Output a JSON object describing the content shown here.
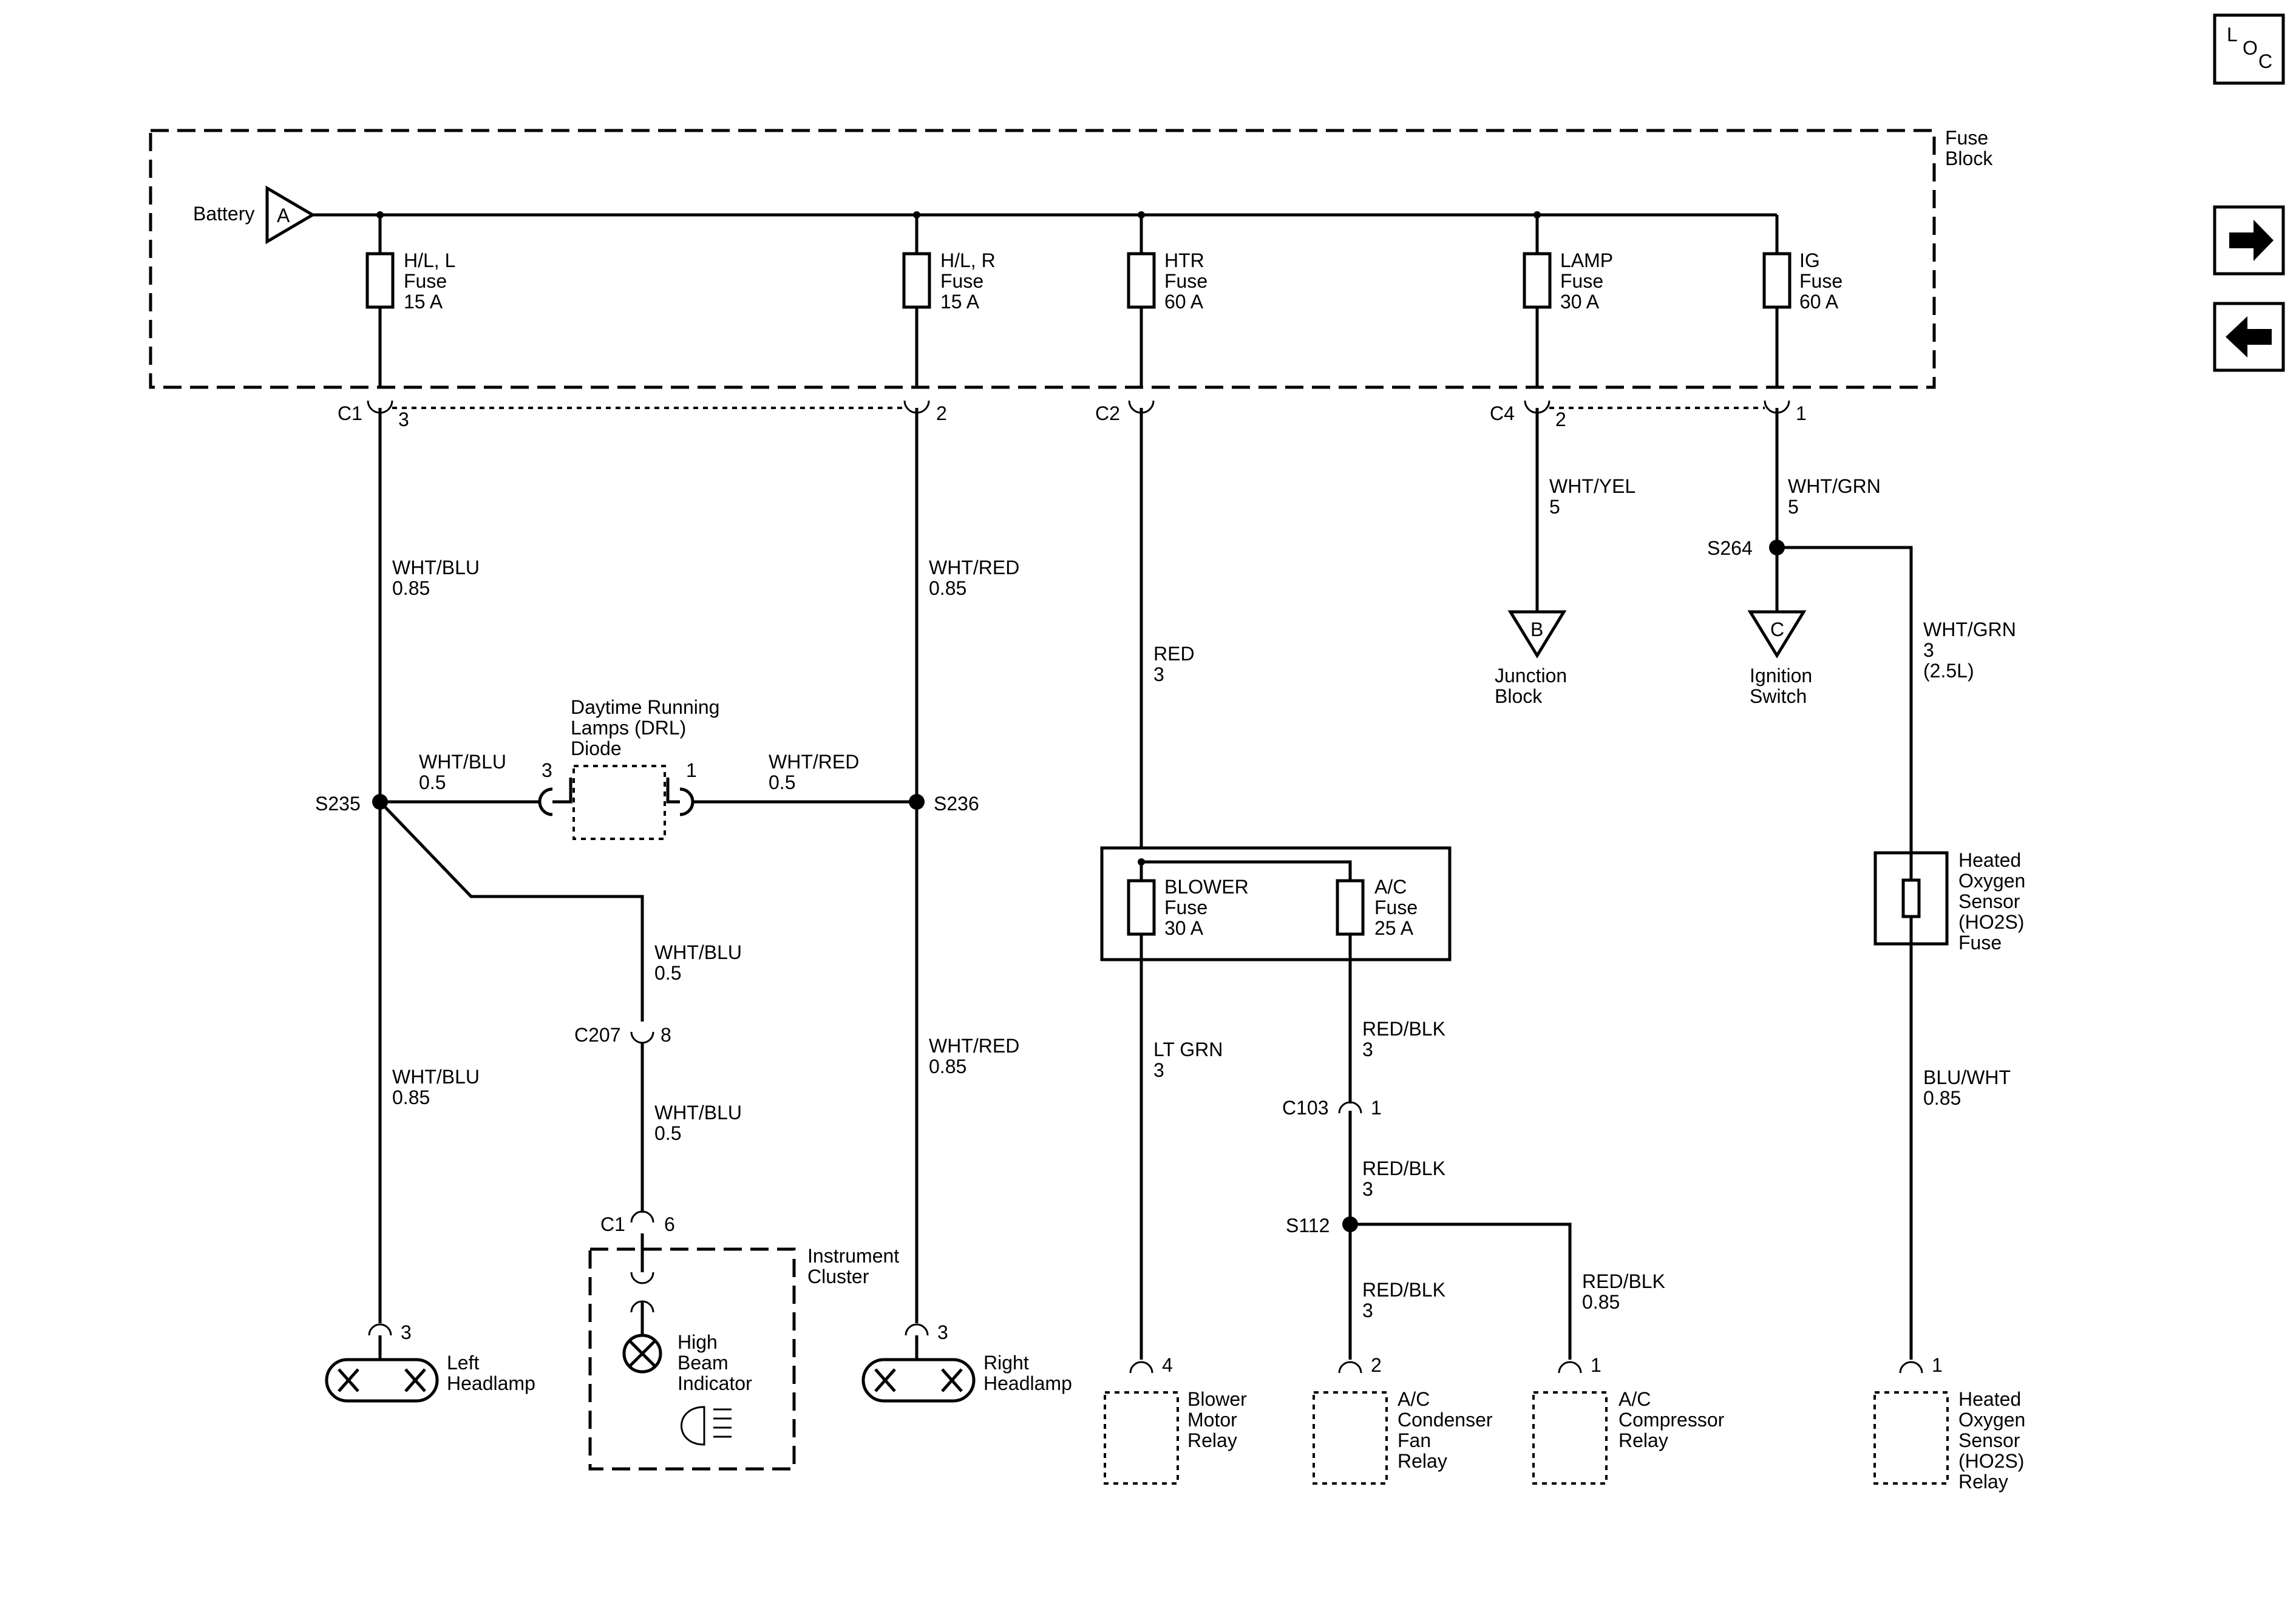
{
  "nav": {
    "loc_l": "L",
    "loc_o": "O",
    "loc_c": "C"
  },
  "fuse_block": {
    "label_line1": "Fuse",
    "label_line2": "Block"
  },
  "battery": {
    "label": "Battery",
    "connector": "A"
  },
  "fuses": {
    "hl_l": [
      "H/L, L",
      "Fuse",
      "15 A"
    ],
    "hl_r": [
      "H/L, R",
      "Fuse",
      "15 A"
    ],
    "htr": [
      "HTR",
      "Fuse",
      "60 A"
    ],
    "lamp": [
      "LAMP",
      "Fuse",
      "30 A"
    ],
    "ig": [
      "IG",
      "Fuse",
      "60 A"
    ],
    "blower": [
      "BLOWER",
      "Fuse",
      "30 A"
    ],
    "ac": [
      "A/C",
      "Fuse",
      "25 A"
    ]
  },
  "connectors": {
    "c1_3": {
      "name": "C1",
      "pin": "3"
    },
    "c1_2": {
      "pin": "2"
    },
    "c2": {
      "name": "C2"
    },
    "c4_2": {
      "name": "C4",
      "pin": "2"
    },
    "ig_1": {
      "pin": "1"
    },
    "c207": {
      "name": "C207",
      "pin": "8"
    },
    "c1_6": {
      "name": "C1",
      "pin": "6"
    },
    "c103": {
      "name": "C103",
      "pin": "1"
    },
    "drl_3": {
      "pin": "3"
    },
    "drl_1": {
      "pin": "1"
    }
  },
  "splices": {
    "s235": "S235",
    "s236": "S236",
    "s264": "S264",
    "s112": "S112"
  },
  "wires": {
    "wht_blu_085_a": [
      "WHT/BLU",
      "0.85"
    ],
    "wht_red_085_a": [
      "WHT/RED",
      "0.85"
    ],
    "red_3": [
      "RED",
      "3"
    ],
    "wht_yel_5": [
      "WHT/YEL",
      "5"
    ],
    "wht_grn_5": [
      "WHT/GRN",
      "5"
    ],
    "wht_grn_3": [
      "WHT/GRN",
      "3",
      "(2.5L)"
    ],
    "wht_blu_05_drl": [
      "WHT/BLU",
      "0.5"
    ],
    "wht_red_05_drl": [
      "WHT/RED",
      "0.5"
    ],
    "wht_blu_05_a": [
      "WHT/BLU",
      "0.5"
    ],
    "wht_blu_05_b": [
      "WHT/BLU",
      "0.5"
    ],
    "wht_blu_085_b": [
      "WHT/BLU",
      "0.85"
    ],
    "wht_red_085_b": [
      "WHT/RED",
      "0.85"
    ],
    "lt_grn_3": [
      "LT GRN",
      "3"
    ],
    "red_blk_3_a": [
      "RED/BLK",
      "3"
    ],
    "red_blk_3_b": [
      "RED/BLK",
      "3"
    ],
    "red_blk_3_c": [
      "RED/BLK",
      "3"
    ],
    "red_blk_085": [
      "RED/BLK",
      "0.85"
    ],
    "blu_wht_085": [
      "BLU/WHT",
      "0.85"
    ]
  },
  "drl_diode": [
    "Daytime Running",
    "Lamps (DRL)",
    "Diode"
  ],
  "junction_block": {
    "connector": "B",
    "label": [
      "Junction",
      "Block"
    ]
  },
  "ignition_switch": {
    "connector": "C",
    "label": [
      "Ignition",
      "Switch"
    ]
  },
  "ho2s_fuse": [
    "Heated",
    "Oxygen",
    "Sensor",
    "(HO2S)",
    "Fuse"
  ],
  "instrument_cluster": [
    "Instrument",
    "Cluster"
  ],
  "high_beam_indicator": [
    "High",
    "Beam",
    "Indicator"
  ],
  "left_headlamp": {
    "pin": "3",
    "label": [
      "Left",
      "Headlamp"
    ]
  },
  "right_headlamp": {
    "pin": "3",
    "label": [
      "Right",
      "Headlamp"
    ]
  },
  "blower_motor_relay": {
    "pin": "4",
    "label": [
      "Blower",
      "Motor",
      "Relay"
    ]
  },
  "ac_condenser_fan_relay": {
    "pin": "2",
    "label": [
      "A/C",
      "Condenser",
      "Fan",
      "Relay"
    ]
  },
  "ac_compressor_relay": {
    "pin": "1",
    "label": [
      "A/C",
      "Compressor",
      "Relay"
    ]
  },
  "ho2s_relay": {
    "pin": "1",
    "label": [
      "Heated",
      "Oxygen",
      "Sensor",
      "(HO2S)",
      "Relay"
    ]
  }
}
